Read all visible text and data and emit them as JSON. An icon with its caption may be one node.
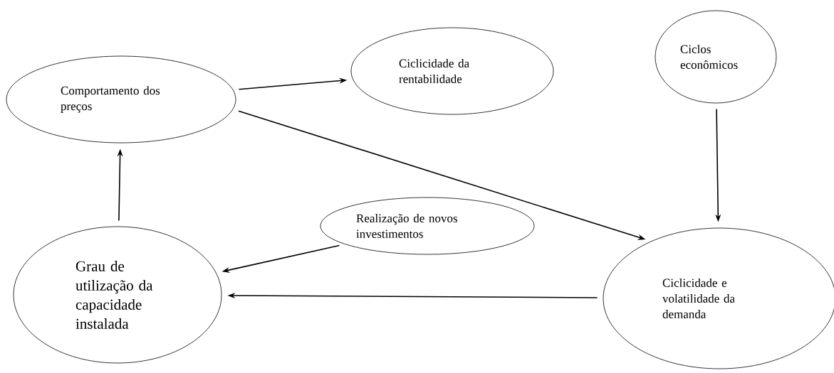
{
  "diagram": {
    "nodes": [
      {
        "text": [
          "Comportamento dos preços"
        ]
      },
      {
        "text": [
          "Ciclicidade da rentabilidade"
        ]
      },
      {
        "text": [
          "Ciclos econômicos"
        ]
      },
      {
        "text": [
          "Realização de novos investimentos"
        ]
      },
      {
        "text": [
          "Grau de utilização da capacidade instalada"
        ]
      },
      {
        "text": [
          "Ciclicidade e volatilidade da demanda"
        ]
      }
    ],
    "edges": [
      {
        "from": 0,
        "to": 1,
        "arrow": "to"
      },
      {
        "from": 0,
        "to": 5,
        "arrow": "to"
      },
      {
        "from": 2,
        "to": 5,
        "arrow": "to"
      },
      {
        "from": 3,
        "to": 4,
        "arrow": "to"
      },
      {
        "from": 5,
        "to": 4,
        "arrow": "to"
      },
      {
        "from": 4,
        "to": 0,
        "arrow": "to"
      }
    ]
  }
}
